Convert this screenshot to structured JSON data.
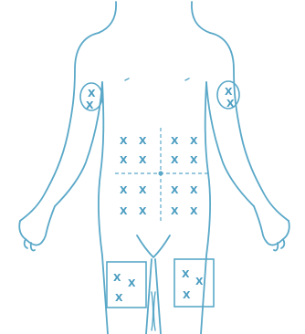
{
  "diagram": {
    "type": "body-outline-injection-sites",
    "stroke_color": "#5aa8c8",
    "mark_color": "#4a9cc0",
    "background": "#ffffff",
    "marks": {
      "right_arm": [
        "X",
        "X"
      ],
      "left_arm": [
        "X",
        "X"
      ],
      "abdomen": [
        [
          "X",
          "X",
          "X",
          "X"
        ],
        [
          "X",
          "X",
          "X",
          "X"
        ],
        [
          "X",
          "X",
          "X",
          "X"
        ],
        [
          "X",
          "X",
          "X",
          "X"
        ]
      ],
      "right_thigh": [
        "X",
        "X",
        "X"
      ],
      "left_thigh": [
        "X",
        "X",
        "X"
      ]
    }
  }
}
